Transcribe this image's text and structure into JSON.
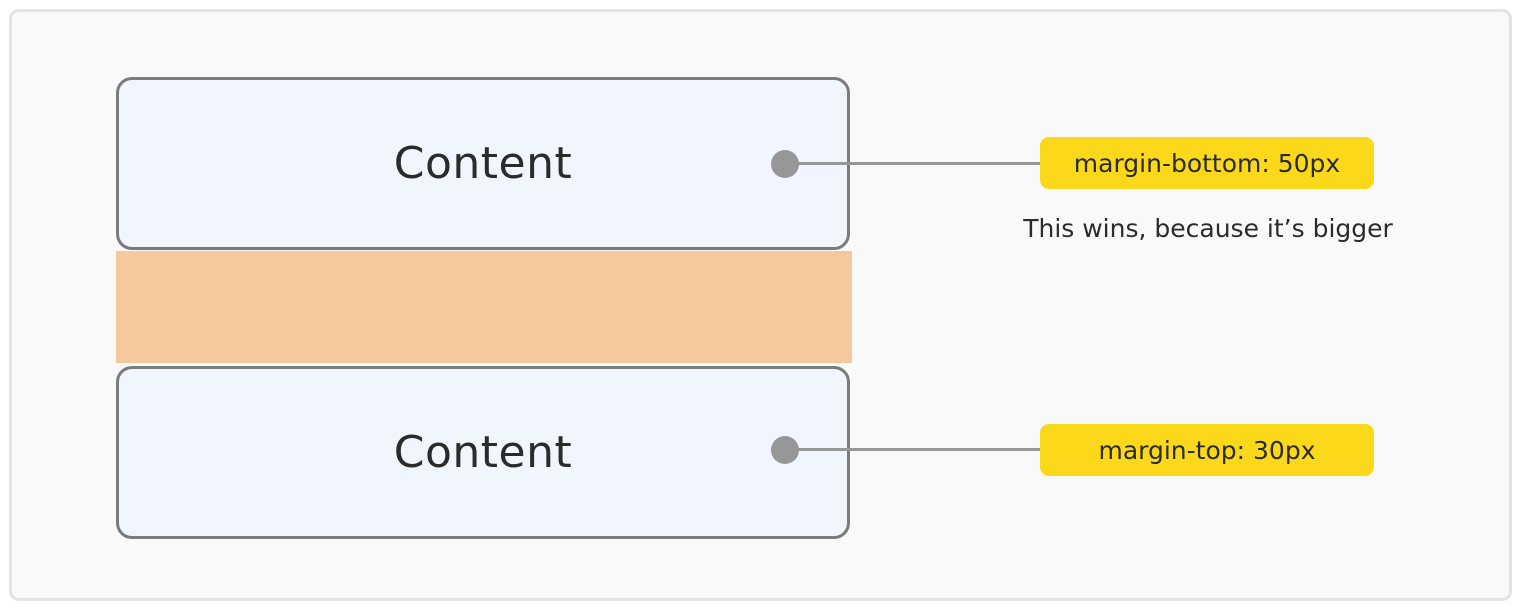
{
  "boxes": {
    "top_label": "Content",
    "bottom_label": "Content"
  },
  "annotations": {
    "top_tag": "margin-bottom: 50px",
    "top_note": "This wins, because it’s bigger",
    "bottom_tag": "margin-top: 30px"
  },
  "colors": {
    "box_fill": "#f0f5fe",
    "box_border": "#7b7b7b",
    "margin_gap": "#f4c99d",
    "tag_fill": "#fcd81b",
    "connector": "#979797"
  }
}
